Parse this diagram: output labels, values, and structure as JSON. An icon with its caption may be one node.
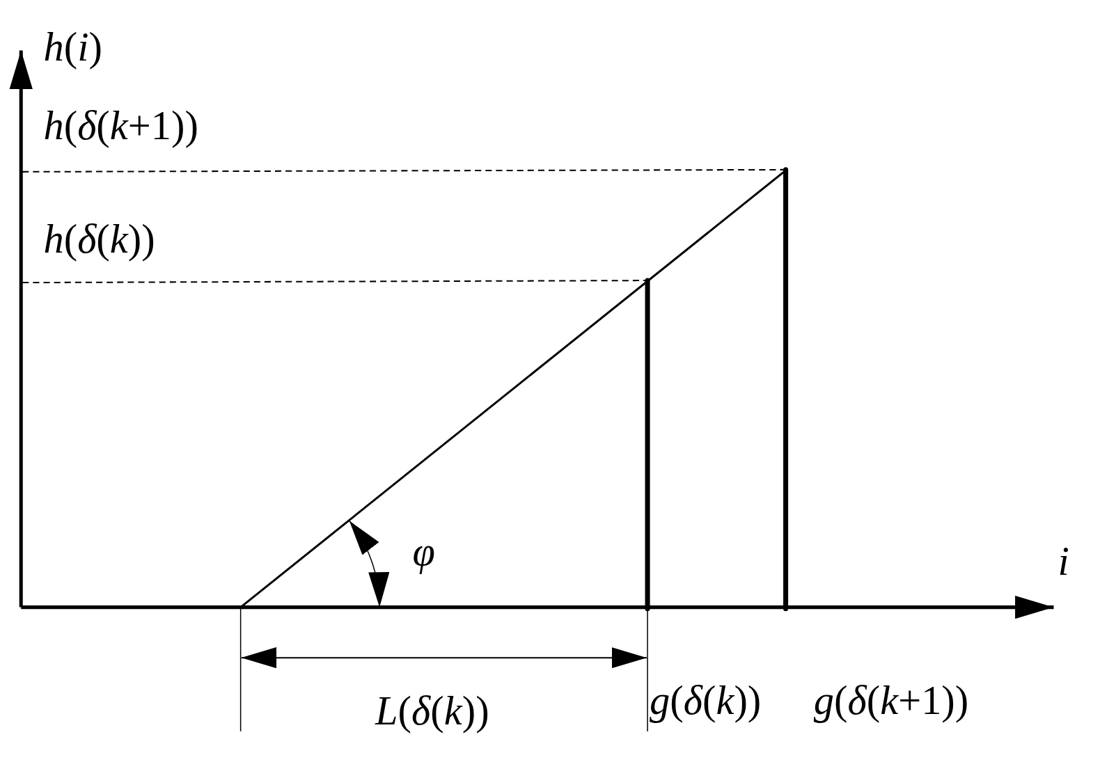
{
  "diagram": {
    "labels": [
      "*h*(*i*)",
      "*h*(*δ*(*k*+1))",
      "*h*(*δ*(*k*))",
      "φ",
      "i",
      "*L*(*δ*(*k*))",
      "*g*(*δ*(*k*))",
      "*g*(*δ*(*k*+1))"
    ]
  }
}
